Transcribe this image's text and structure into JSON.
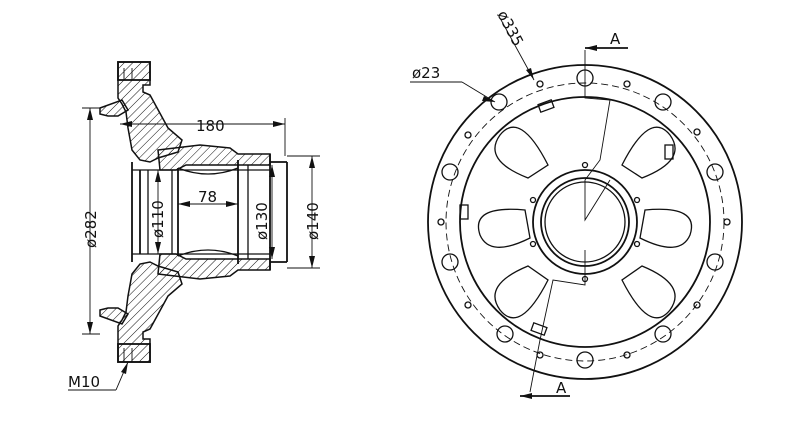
{
  "dimensions": {
    "flange_length": "180",
    "bore_small": "ø110",
    "inner_width": "78",
    "bore_mid": "ø130",
    "bore_outer": "ø140",
    "flange_diameter": "ø282",
    "thread": "M10",
    "hole_diameter": "ø23",
    "bolt_circle": "ø335"
  },
  "section_labels": {
    "top": "A",
    "bottom": "A"
  }
}
